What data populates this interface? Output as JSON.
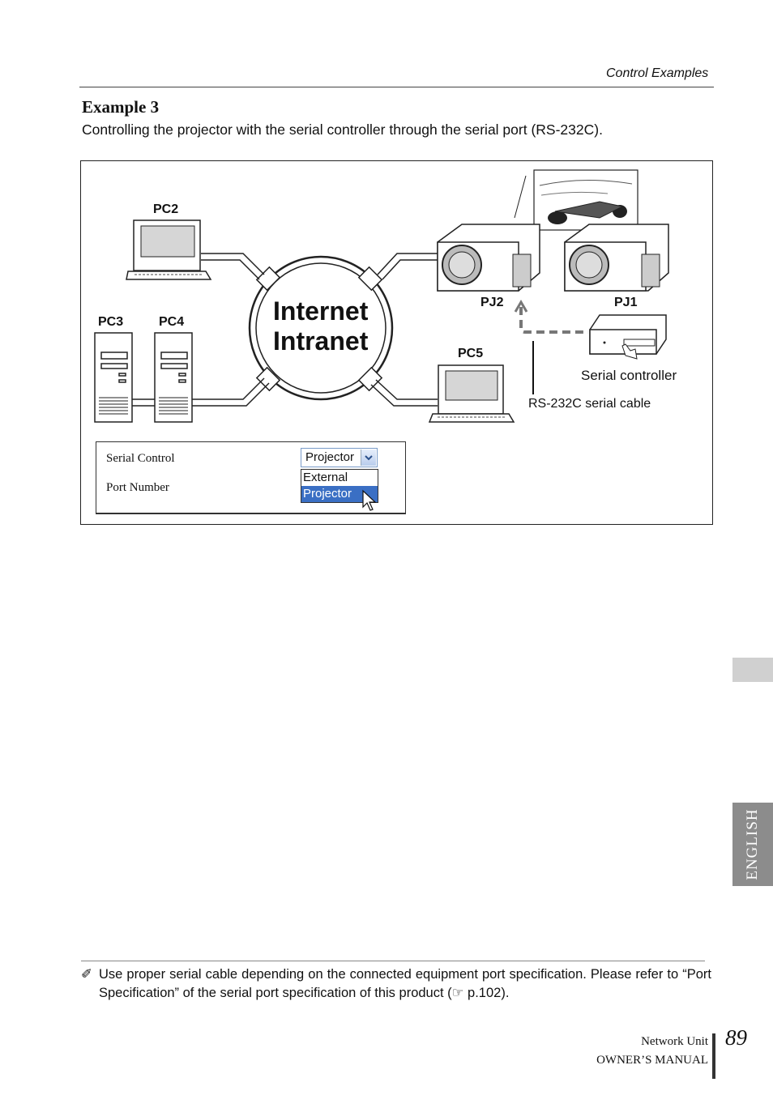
{
  "header": {
    "section": "Control Examples"
  },
  "example": {
    "title": "Example 3",
    "description": "Controlling the projector with the serial controller through the serial port (RS-232C)."
  },
  "diagram": {
    "network_line1": "Internet",
    "network_line2": "Intranet",
    "pc2": "PC2",
    "pc3": "PC3",
    "pc4": "PC4",
    "pc5": "PC5",
    "pj1": "PJ1",
    "pj2": "PJ2",
    "serial_controller": "Serial controller",
    "serial_cable": "RS-232C serial cable"
  },
  "settings_panel": {
    "serial_control_label": "Serial Control",
    "port_number_label": "Port Number",
    "selected_value": "Projector",
    "options": [
      "External",
      "Projector"
    ]
  },
  "note": {
    "text_before": "Use proper serial cable depending on the connected equipment port specification. Please refer to “Port Specification” of the serial port specification of this product (",
    "page_ref": "p.102",
    "text_after": ")."
  },
  "side_tab": {
    "language": "ENGLISH"
  },
  "footer": {
    "page_number": "89",
    "line1": "Network Unit",
    "line2": "OWNER’S MANUAL"
  }
}
